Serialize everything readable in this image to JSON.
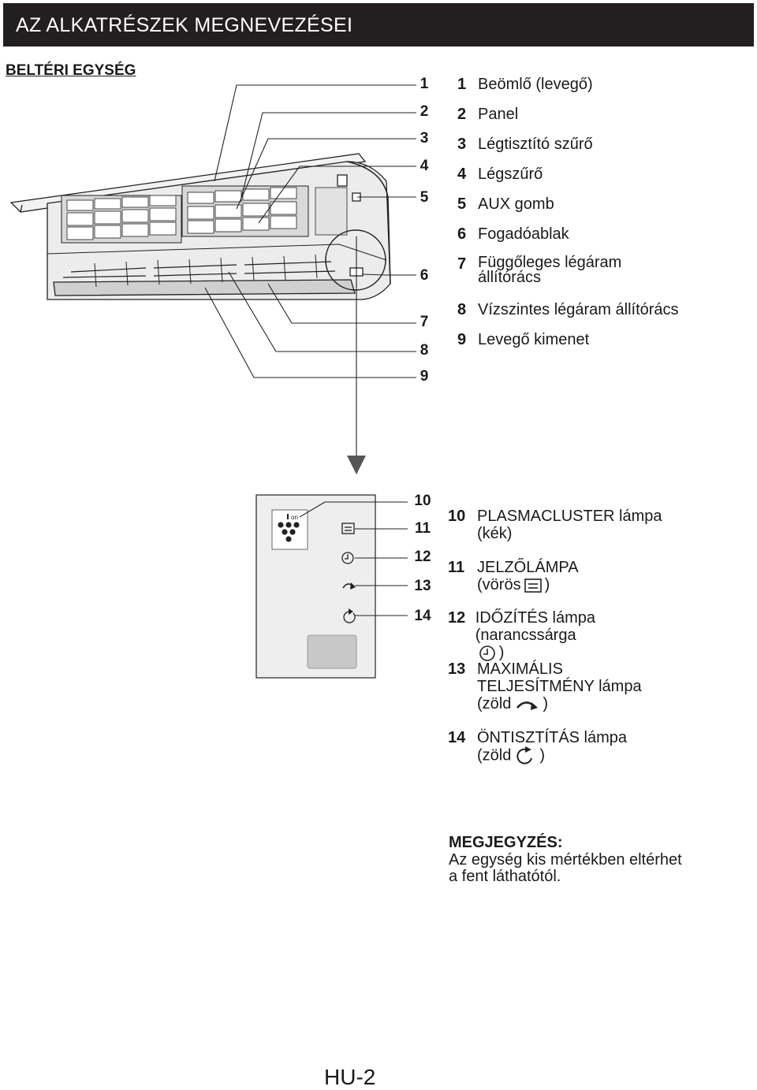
{
  "header": {
    "title": "AZ ALKATRÉSZEK MEGNEVEZÉSEI"
  },
  "section": {
    "title": "BELTÉRI EGYSÉG"
  },
  "indoor_callouts": [
    "1",
    "2",
    "3",
    "4",
    "5",
    "6",
    "7",
    "8",
    "9"
  ],
  "indoor_parts": [
    {
      "num": "1",
      "line1": "Beömlő (levegő)"
    },
    {
      "num": "2",
      "line1": "Panel"
    },
    {
      "num": "3",
      "line1": "Légtisztító szűrő"
    },
    {
      "num": "4",
      "line1": "Légszűrő"
    },
    {
      "num": "5",
      "line1": "AUX gomb"
    },
    {
      "num": "6",
      "line1": "Fogadóablak"
    },
    {
      "num": "7",
      "line1": "Függőleges légáram",
      "line2": "állítórács"
    },
    {
      "num": "8",
      "line1": "Vízszintes légáram állítórács"
    },
    {
      "num": "9",
      "line1": "Levegő kimenet"
    }
  ],
  "panel_callouts": [
    "10",
    "11",
    "12",
    "13",
    "14"
  ],
  "panel_on_text": "on",
  "lamps": [
    {
      "num": "10",
      "line1": "PLASMACLUSTER lámpa",
      "line2": "(kék)",
      "icon": ""
    },
    {
      "num": "11",
      "line1": "JELZŐLÁMPA",
      "line2_prefix": "(vörös",
      "line2_suffix": ")",
      "icon": "filter-sign-icon"
    },
    {
      "num": "12",
      "line1": "IDŐZÍTÉS lámpa",
      "line2_prefix": "(narancssárga",
      "line2_suffix": ")",
      "icon": "clock-icon"
    },
    {
      "num": "13",
      "line1": "MAXIMÁLIS",
      "line2": "TELJESÍTMÉNY lámpa",
      "line3_prefix": "(zöld",
      "line3_suffix": ")",
      "icon": "full-power-icon"
    },
    {
      "num": "14",
      "line1": "ÖNTISZTÍTÁS lámpa",
      "line2_prefix": "(zöld",
      "line2_suffix": ")",
      "icon": "self-clean-icon"
    }
  ],
  "note": {
    "title": "MEGJEGYZÉS:",
    "line1": "Az egység kis mértékben eltérhet",
    "line2": "a fent láthatótól."
  },
  "page_number": "HU-2"
}
